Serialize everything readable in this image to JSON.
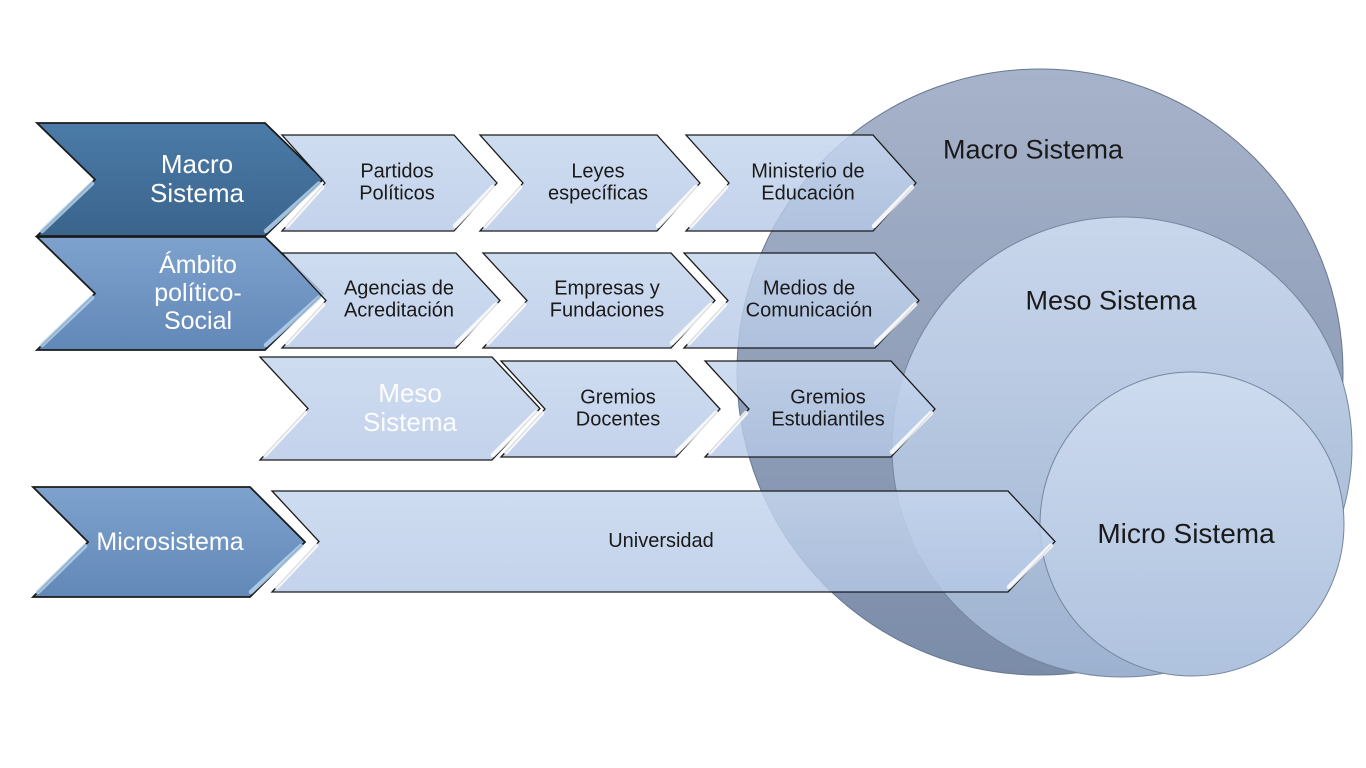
{
  "process_rows": [
    {
      "header": "Macro Sistema",
      "steps": [
        "Partidos Políticos",
        "Leyes específicas",
        "Ministerio de Educación"
      ]
    },
    {
      "header": "Ámbito político- Social",
      "steps": [
        "Agencias de Acreditación",
        "Empresas y Fundaciones",
        "Medios de Comunicación"
      ]
    },
    {
      "header": "Meso Sistema",
      "steps": [
        "Gremios Docentes",
        "Gremios Estudiantiles"
      ]
    },
    {
      "header": "Microsistema",
      "steps": [
        "Universidad"
      ]
    }
  ],
  "circles": [
    {
      "label": "Macro Sistema"
    },
    {
      "label": "Meso Sistema"
    },
    {
      "label": "Micro Sistema"
    }
  ],
  "colors": {
    "dark_chevron": "#41719C",
    "medium_chevron": "#7094C2",
    "light_chevron": "#BCCDE8",
    "macro_circle": "#8A99B4",
    "meso_circle": "#AEC1DB",
    "micro_circle": "#BECFE7",
    "shape_outline": "#1A1A1A",
    "text_dark": "#1A1A1A",
    "text_light": "#FFFFFF",
    "background": "#FFFFFF"
  }
}
